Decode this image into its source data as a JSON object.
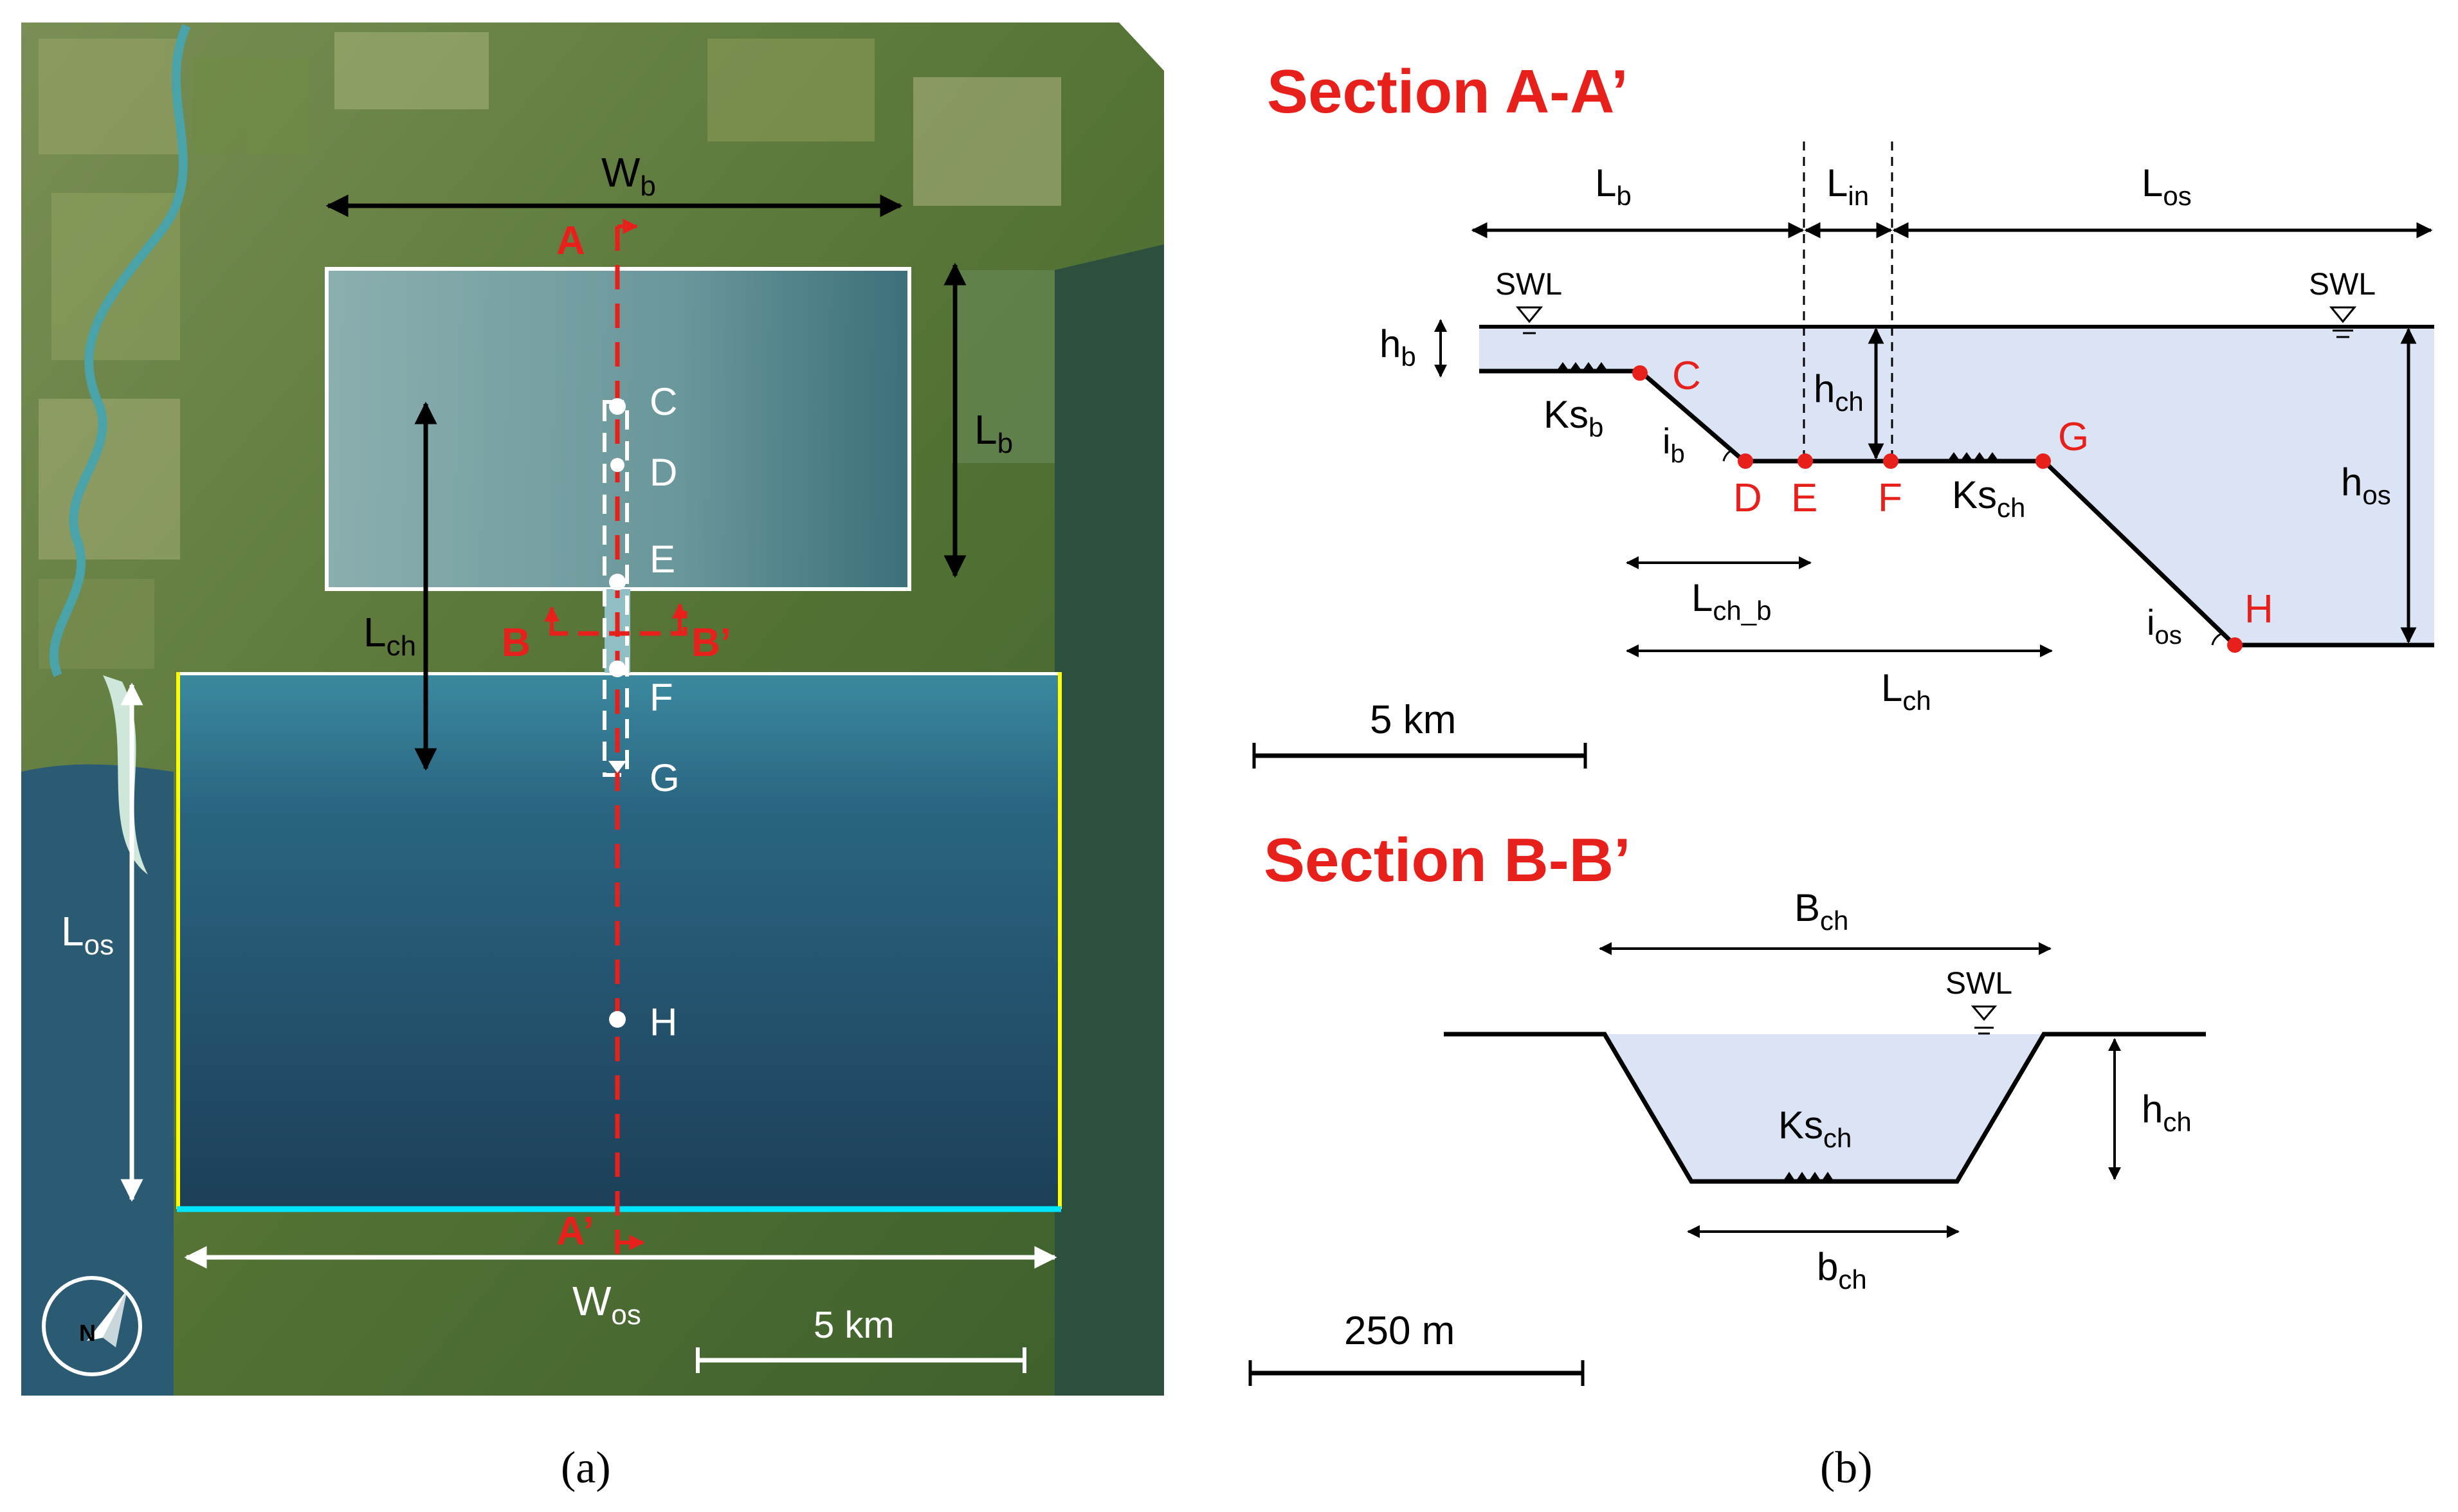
{
  "panel_a": {
    "labels": {
      "wb_main": "W",
      "wb_sub": "b",
      "lb_main": "L",
      "lb_sub": "b",
      "lch_main": "L",
      "lch_sub": "ch",
      "los_main": "L",
      "los_sub": "os",
      "wos_main": "W",
      "wos_sub": "os",
      "section_a": "A",
      "section_a_prime": "A’",
      "section_b": "B",
      "section_b_prime": "B’",
      "point_c": "C",
      "point_d": "D",
      "point_e": "E",
      "point_f": "F",
      "point_g": "G",
      "point_h": "H",
      "north": "N",
      "scale": "5 km"
    }
  },
  "panel_b": {
    "section_aa": {
      "title": "Section A-A’",
      "lb_main": "L",
      "lb_sub": "b",
      "lin_main": "L",
      "lin_sub": "in",
      "los_main": "L",
      "los_sub": "os",
      "swl_left": "SWL",
      "swl_right": "SWL",
      "hb_main": "h",
      "hb_sub": "b",
      "hch_main": "h",
      "hch_sub": "ch",
      "hos_main": "h",
      "hos_sub": "os",
      "ksb_main": "Ks",
      "ksb_sub": "b",
      "ksch_main": "Ks",
      "ksch_sub": "ch",
      "ib_main": "i",
      "ib_sub": "b",
      "ios_main": "i",
      "ios_sub": "os",
      "lchb_main": "L",
      "lchb_sub": "ch_b",
      "lch_main": "L",
      "lch_sub": "ch",
      "point_c": "C",
      "point_d": "D",
      "point_e": "E",
      "point_f": "F",
      "point_g": "G",
      "point_h": "H",
      "scale": "5 km"
    },
    "section_bb": {
      "title": "Section B-B’",
      "bch_main": "B",
      "bch_sub": "ch",
      "swl": "SWL",
      "hch_main": "h",
      "hch_sub": "ch",
      "ksch_main": "Ks",
      "ksch_sub": "ch",
      "bch_small_main": "b",
      "bch_small_sub": "ch",
      "scale": "250 m"
    }
  },
  "captions": {
    "a": "(a)",
    "b": "(b)"
  },
  "colors": {
    "accent_red": "#e8201c",
    "water_fill": "#dbe4f4",
    "land_green": "#55733a",
    "sea_blue": "#23506d",
    "yellow_box": "#ffff00",
    "cyan_edge": "#00e5ff"
  }
}
